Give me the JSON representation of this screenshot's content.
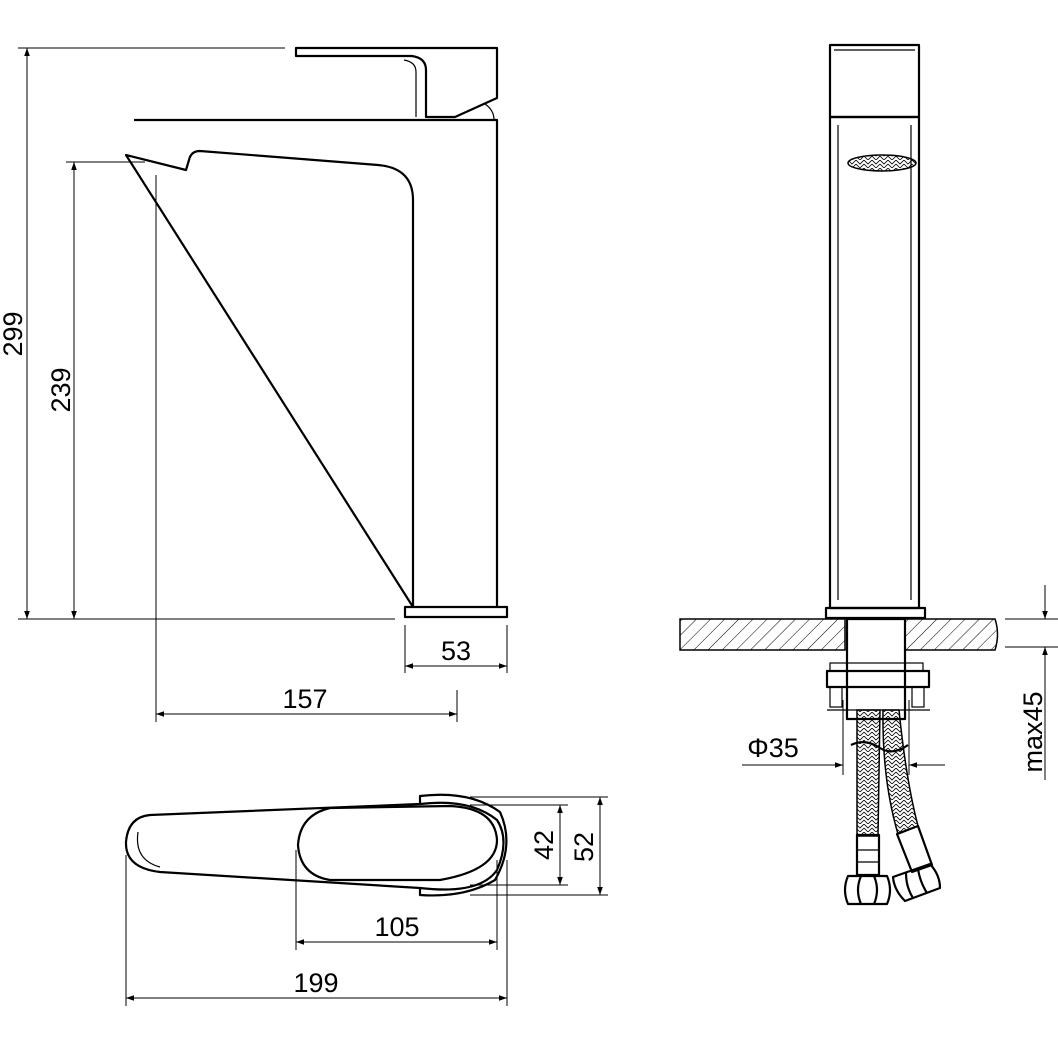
{
  "drawing": {
    "side_view": {
      "total_height": "299",
      "spout_height": "239",
      "base_width": "53",
      "spout_reach": "157"
    },
    "front_view": {
      "hole_diameter": "Φ35",
      "max_counter_thickness": "max45"
    },
    "top_view": {
      "handle_width": "42",
      "cap_width": "52",
      "handle_length": "105",
      "total_length": "199"
    },
    "colors": {
      "line": "#000000",
      "background": "#ffffff"
    }
  }
}
